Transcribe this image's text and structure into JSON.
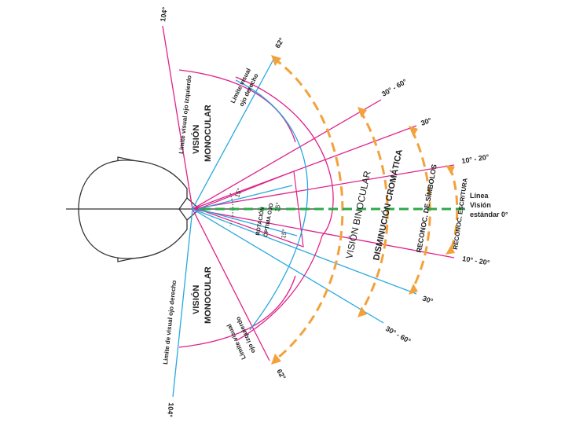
{
  "labels": {
    "deg_104_top": "104°",
    "deg_104_bottom": "104°",
    "deg_62_top": "62°",
    "deg_62_bottom": "62°",
    "deg_30_60_top": "30° - 60°",
    "deg_30_60_bottom": "30° - 60°",
    "deg_30_top": "30°",
    "deg_30_bottom": "30°",
    "deg_10_20_top": "10° - 20°",
    "deg_10_20_bottom": "10° - 20°",
    "deg_15_upper": "15°",
    "deg_15_middle": "15°",
    "deg_15_lower": "15°",
    "limit_left_eye": "Limite visual ojo izquierdo",
    "limit_right_eye": "Limite de visual ojo derecho",
    "limit_visual_right_eye_l1": "Limite visual",
    "limit_visual_right_eye_l2": "ojo derecho",
    "limit_visual_left_eye_l1": "Limite visual",
    "limit_visual_left_eye_l2": "ojo izquierdo",
    "monocular_top_l1": "VISIÓN",
    "monocular_top_l2": "MONOCULAR",
    "monocular_bottom_l1": "VISIÓN",
    "monocular_bottom_l2": "MONOCULAR",
    "rotation_l1": "ROTACIÓN",
    "rotation_l2": "ÓPTIMA OJO",
    "binocular": "VISIÓN  BINOCULAR",
    "chromatic": "DISMINUCIÓN CROMÁTICA",
    "symbols": "RECONOC. DE SÍMBOLOS",
    "writing": "RECONOC. ESCRITURA",
    "standard_l1": "Línea",
    "standard_l2": "Visión",
    "standard_l3": "estándar 0°"
  },
  "colors": {
    "magenta": "#e0218a",
    "cyan": "#29a8e0",
    "orange": "#f2a23c",
    "green": "#2ea84a",
    "outline": "#333333"
  }
}
